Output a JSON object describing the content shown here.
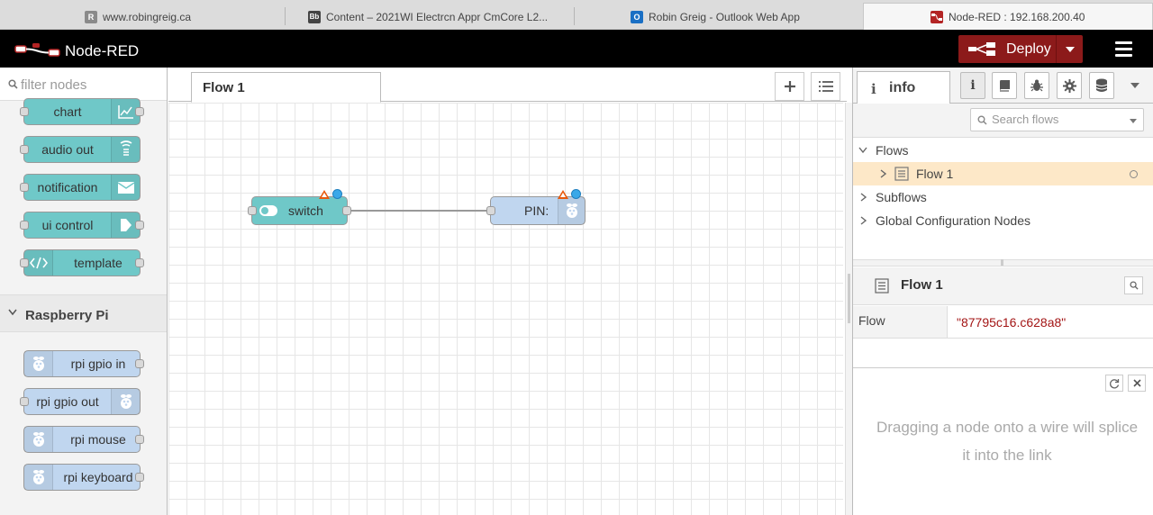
{
  "browser_tabs": [
    {
      "label": "www.robingreig.ca",
      "icon": "r-favicon",
      "color": "#8a8a8a",
      "glyph": "R"
    },
    {
      "label": "Content – 2021WI Electrcn Appr CmCore L2...",
      "icon": "bb-favicon",
      "color": "#444444",
      "glyph": "Bb"
    },
    {
      "label": "Robin Greig - Outlook Web App",
      "icon": "outlook-favicon",
      "color": "#1a6fc4",
      "glyph": "O"
    },
    {
      "label": "Node-RED : 192.168.200.40",
      "icon": "node-red-favicon",
      "color": "#b32424",
      "glyph": ""
    }
  ],
  "header": {
    "title": "Node-RED",
    "deploy_label": "Deploy",
    "deploy_color": "#8c1a1a"
  },
  "palette": {
    "filter_placeholder": "filter nodes",
    "dashboard_nodes": [
      {
        "label": "chart",
        "icon": "chart-icon"
      },
      {
        "label": "audio out",
        "icon": "audio-icon"
      },
      {
        "label": "notification",
        "icon": "envelope-icon"
      },
      {
        "label": "ui control",
        "icon": "arrow-icon"
      },
      {
        "label": "template",
        "icon": "code-icon"
      }
    ],
    "category": "Raspberry Pi",
    "rpi_nodes": [
      {
        "label": "rpi gpio in"
      },
      {
        "label": "rpi gpio out"
      },
      {
        "label": "rpi mouse"
      },
      {
        "label": "rpi keyboard"
      }
    ]
  },
  "workspace": {
    "tab_label": "Flow 1",
    "nodes": [
      {
        "label": "switch",
        "color": "#6fc8c8"
      },
      {
        "label": "PIN:",
        "color": "#c0d6ef"
      }
    ]
  },
  "sidebar": {
    "tab_label": "info",
    "search_placeholder": "Search flows",
    "tree": {
      "flows_label": "Flows",
      "flow_item": "Flow 1",
      "subflows_label": "Subflows",
      "global_label": "Global Configuration Nodes"
    },
    "props": {
      "title": "Flow 1",
      "key": "Flow",
      "value": "\"87795c16.c628a8\""
    },
    "tip": "Dragging a node onto a wire will splice it into the link"
  }
}
